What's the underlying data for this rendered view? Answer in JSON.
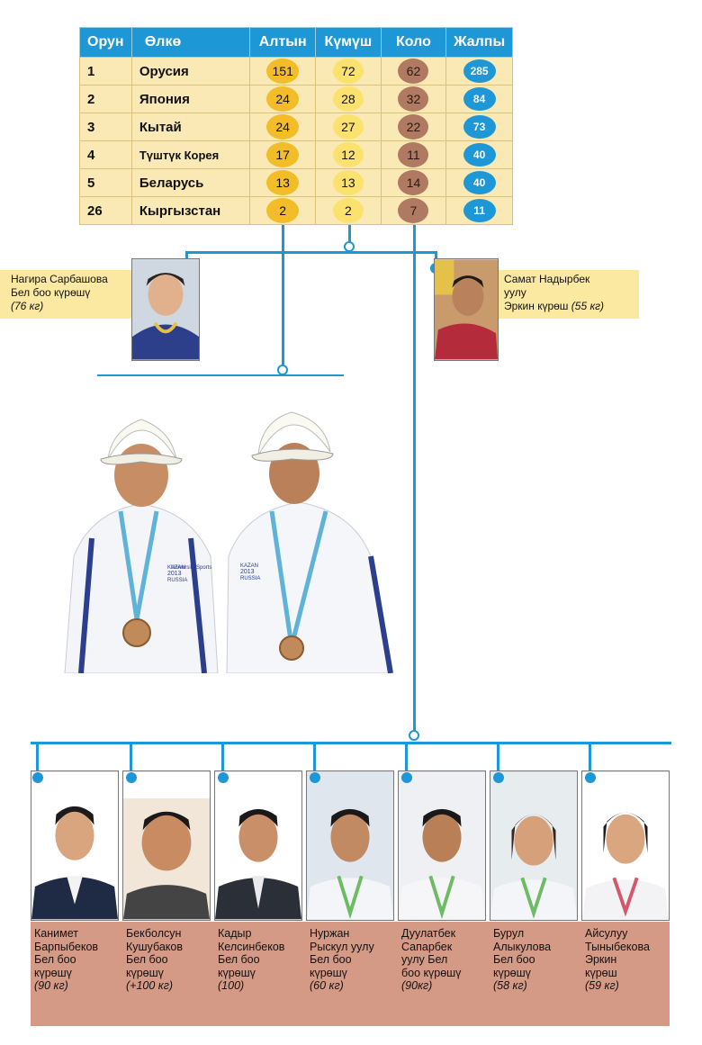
{
  "table": {
    "headers": [
      "Орун",
      "Өлкө",
      "Алтын",
      "Күмүш",
      "Коло",
      "Жалпы"
    ],
    "rows": [
      {
        "rank": "1",
        "country": "Орусия",
        "gold": "151",
        "silver": "72",
        "bronze": "62",
        "total": "285"
      },
      {
        "rank": "2",
        "country": "Япония",
        "gold": "24",
        "silver": "28",
        "bronze": "32",
        "total": "84"
      },
      {
        "rank": "3",
        "country": "Кытай",
        "gold": "24",
        "silver": "27",
        "bronze": "22",
        "total": "73"
      },
      {
        "rank": "4",
        "country": "Түштүк Корея",
        "gold": "17",
        "silver": "12",
        "bronze": "11",
        "total": "40"
      },
      {
        "rank": "5",
        "country": "Беларусь",
        "gold": "13",
        "silver": "13",
        "bronze": "14",
        "total": "40"
      },
      {
        "rank": "26",
        "country": "Кыргызстан",
        "gold": "2",
        "silver": "2",
        "bronze": "7",
        "total": "11"
      }
    ]
  },
  "silver_left": {
    "line1": "Нагира Сарбашова",
    "line2": "Бел боо күрөшү",
    "line3": "(76 кг)"
  },
  "silver_right": {
    "line1": "Самат Надырбек",
    "line2": "уулу",
    "line3": "Эркин күрөш",
    "line4": "(55 кг)"
  },
  "team": [
    {
      "lines": [
        "Канимет",
        "Барпыбеков",
        "Бел боо",
        "күрөшү"
      ],
      "weight": "(90 кг)"
    },
    {
      "lines": [
        "Бекболсун",
        "Кушубаков",
        "Бел боо",
        "күрөшү"
      ],
      "weight": "(+100 кг)"
    },
    {
      "lines": [
        "Кадыр",
        "Келсинбеков",
        "Бел боо",
        "күрөшү"
      ],
      "weight": "(100)"
    },
    {
      "lines": [
        "Нуржан",
        "Рыскул уулу",
        "Бел боо",
        "күрөшү"
      ],
      "weight": "(60 кг)"
    },
    {
      "lines": [
        "Дуулатбек",
        "Сапарбек",
        "уулу Бел",
        "боо күрөшү"
      ],
      "weight": "(90кг)"
    },
    {
      "lines": [
        "Бурул",
        "Алыкулова",
        "Бел боо",
        "күрөшү"
      ],
      "weight": "(58 кг)"
    },
    {
      "lines": [
        "Айсулуу",
        "Тыныбекова",
        "Эркин",
        "күрөш"
      ],
      "weight": "(59 кг)"
    }
  ],
  "colors": {
    "accent": "#1e97d6",
    "table_row": "#fbe9b5",
    "gold": "#f2bd29",
    "silver": "#fbe26f",
    "bronze": "#b07a62",
    "caption": "#fbe9a2",
    "team_bg": "#d59a86"
  },
  "badges": {
    "kazan_text": "KAZAN",
    "kazan_year": "2013",
    "kazan_country": "RUSSIA",
    "sponsor": "University Sports"
  }
}
